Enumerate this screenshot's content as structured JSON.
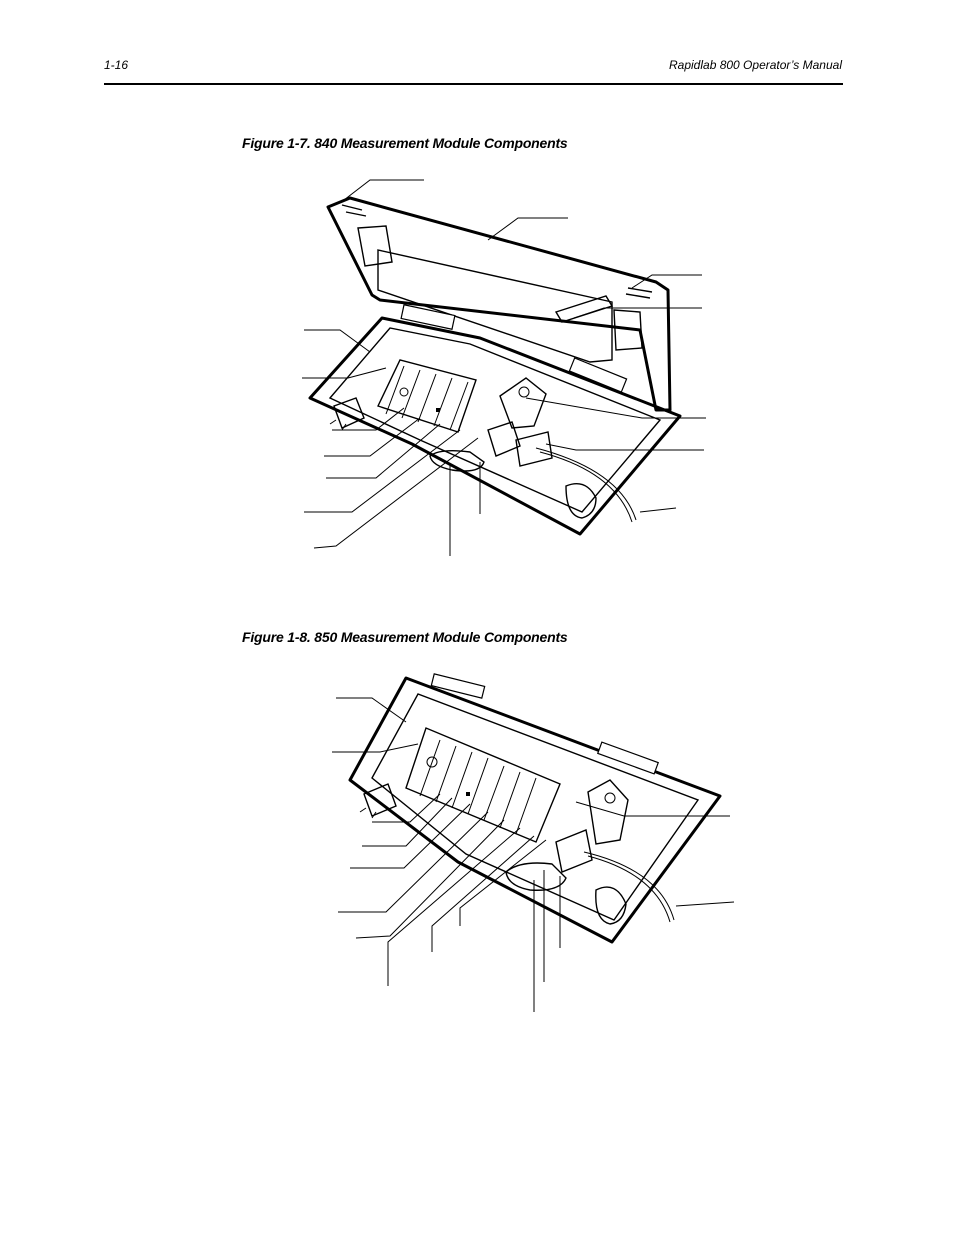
{
  "header": {
    "page_number": "1-16",
    "running_title": "Rapidlab 800 Operator’s Manual"
  },
  "figures": [
    {
      "caption": "Figure 1-7. 840 Measurement Module Components"
    },
    {
      "caption": "Figure 1-8. 850 Measurement Module Components"
    }
  ]
}
